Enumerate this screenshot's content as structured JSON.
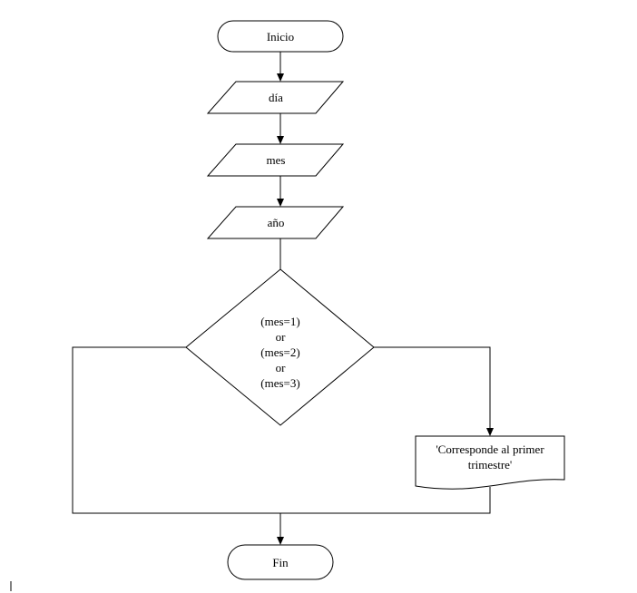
{
  "flowchart": {
    "start_label": "Inicio",
    "input_dia": "día",
    "input_mes": "mes",
    "input_anio": "año",
    "decision_lines": [
      "(mes=1)",
      "or",
      "(mes=2)",
      "or",
      "(mes=3)"
    ],
    "output_lines": [
      "'Corresponde al primer",
      "trimestre'"
    ],
    "end_label": "Fin"
  }
}
